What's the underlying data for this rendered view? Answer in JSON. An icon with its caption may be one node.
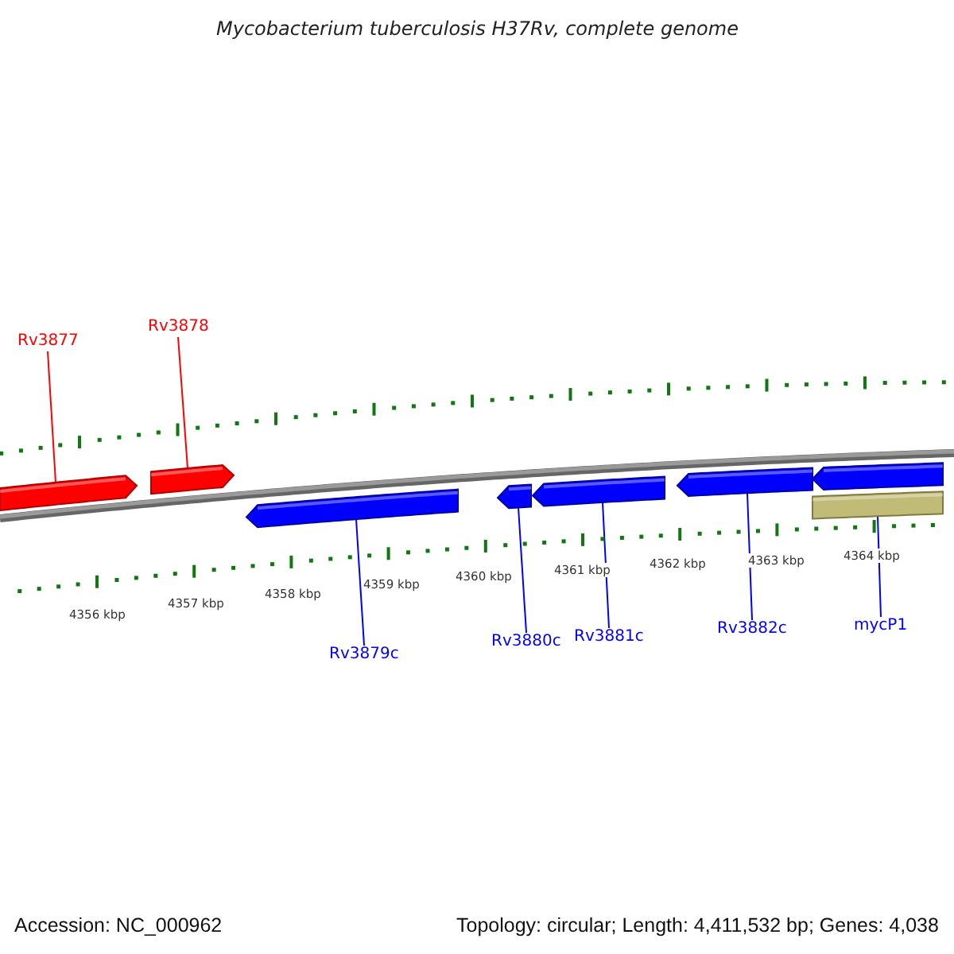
{
  "diagram": {
    "title": "Mycobacterium tuberculosis H37Rv, complete genome",
    "nodes": [
      {
        "text": [
          "Rv3877"
        ]
      },
      {
        "text": [
          "Rv3878"
        ]
      },
      {
        "text": [
          "Rv3879c"
        ]
      },
      {
        "text": [
          "Rv3880c"
        ]
      },
      {
        "text": [
          "Rv3881c"
        ]
      },
      {
        "text": [
          "Rv3882c"
        ]
      },
      {
        "text": [
          "mycP1"
        ]
      },
      {
        "text": [],
        "shape": "bar"
      },
      {
        "text": [],
        "shape": "bar"
      },
      {
        "text": [],
        "shape": "bar"
      },
      {
        "text": [],
        "shape": "bar"
      },
      {
        "text": [],
        "shape": "bar"
      },
      {
        "text": [],
        "shape": "bar"
      },
      {
        "text": [],
        "shape": "bar"
      },
      {
        "text": [],
        "shape": "bar"
      }
    ],
    "edges": [
      {
        "from": 0,
        "to": 7,
        "arrow": "none",
        "color": "#ff0000"
      },
      {
        "from": 1,
        "to": 8,
        "arrow": "none",
        "color": "#ff0000"
      },
      {
        "from": 2,
        "to": 9,
        "arrow": "none"
      },
      {
        "from": 3,
        "to": 10,
        "arrow": "none"
      },
      {
        "from": 4,
        "to": 11,
        "arrow": "none"
      },
      {
        "from": 5,
        "to": 12,
        "arrow": "none"
      },
      {
        "from": 6,
        "to": 14,
        "arrow": "none"
      }
    ],
    "labels": [
      "4356 kbp",
      "4357 kbp",
      "4358 kbp",
      "4359 kbp",
      "4360 kbp",
      "4361 kbp",
      "4362 kbp",
      "4363 kbp",
      "4364 kbp",
      "Accession: NC_000962",
      "Topology: circular; Length: 4,411,532 bp; Genes: 4,038"
    ]
  }
}
